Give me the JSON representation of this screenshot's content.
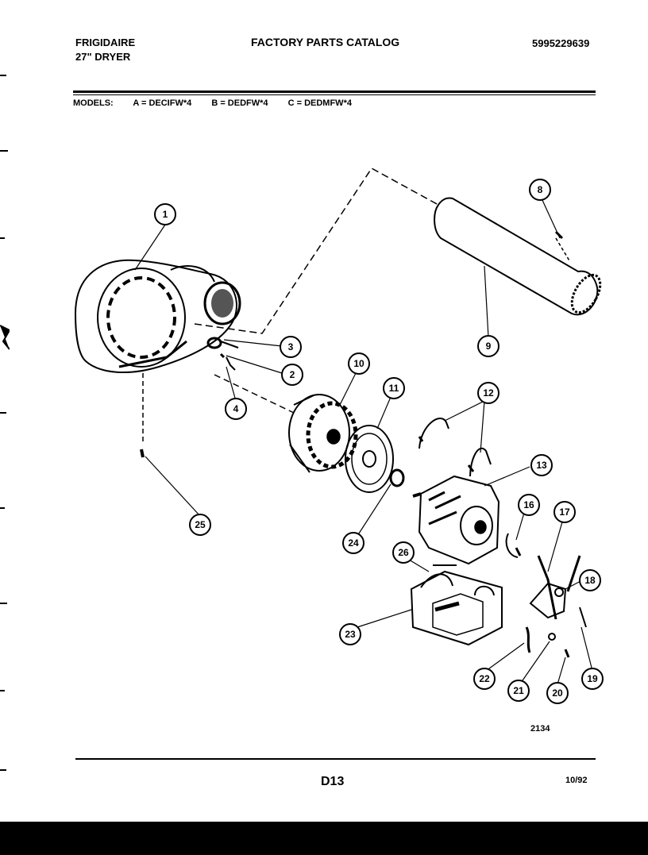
{
  "header": {
    "brand": "FRIGIDAIRE",
    "product": "27\" DRYER",
    "title": "FACTORY PARTS CATALOG",
    "part_number": "5995229639"
  },
  "models": {
    "label": "MODELS:",
    "a": "A = DECIFW*4",
    "b": "B = DEDFW*4",
    "c": "C = DEDMFW*4"
  },
  "callouts": {
    "c1": "1",
    "c2": "2",
    "c3": "3",
    "c4": "4",
    "c8": "8",
    "c9": "9",
    "c10": "10",
    "c11": "11",
    "c12": "12",
    "c13": "13",
    "c16": "16",
    "c17": "17",
    "c18": "18",
    "c19": "19",
    "c20": "20",
    "c21": "21",
    "c22": "22",
    "c23": "23",
    "c24": "24",
    "c25": "25",
    "c26": "26"
  },
  "footer": {
    "drawing_number": "2134",
    "page_code": "D13",
    "date_code": "10/92"
  }
}
